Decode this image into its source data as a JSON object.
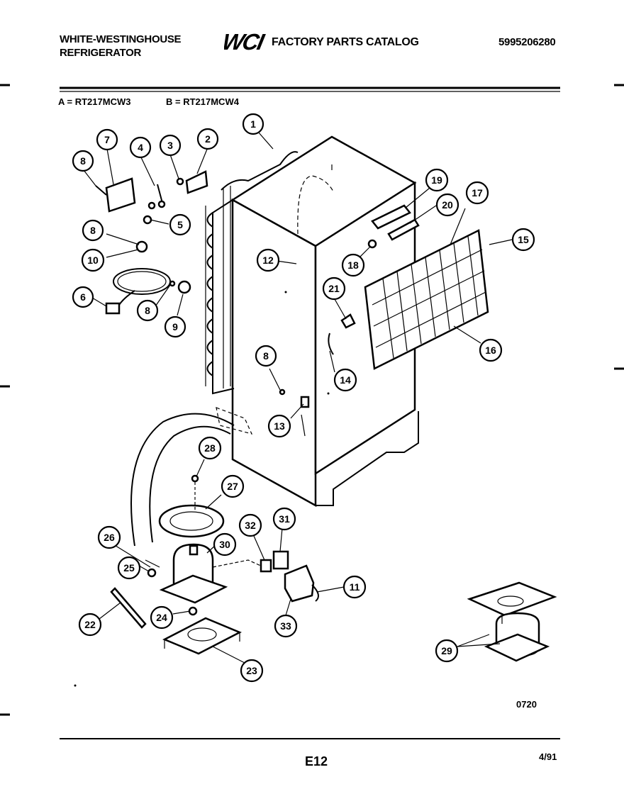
{
  "header": {
    "brand_line1": "WHITE-WESTINGHOUSE",
    "brand_line2": "REFRIGERATOR",
    "logo_text": "WCI",
    "catalog_title": "FACTORY PARTS CATALOG",
    "catalog_number": "5995206280"
  },
  "models": {
    "a": "A = RT217MCW3",
    "b": "B = RT217MCW4"
  },
  "footer": {
    "figure_code": "0720",
    "page_code": "E12",
    "date": "4/91"
  },
  "callouts": [
    "1",
    "2",
    "3",
    "4",
    "5",
    "6",
    "7",
    "8",
    "9",
    "10",
    "11",
    "12",
    "13",
    "14",
    "15",
    "16",
    "17",
    "18",
    "19",
    "20",
    "21",
    "22",
    "23",
    "24",
    "25",
    "26",
    "27",
    "28",
    "29",
    "30",
    "31",
    "32",
    "33"
  ]
}
